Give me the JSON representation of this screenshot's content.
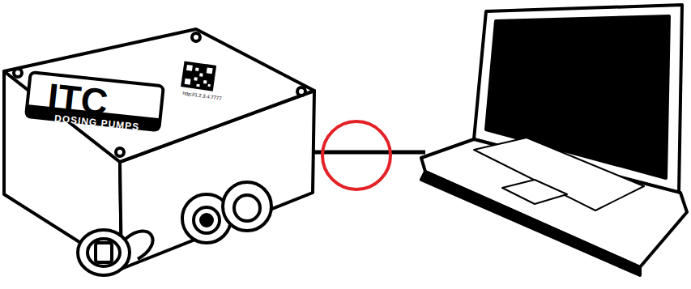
{
  "diagram": {
    "labels": [
      "ITC",
      "DOSING PUMPS",
      "http://1.2.3.4:7777"
    ]
  }
}
